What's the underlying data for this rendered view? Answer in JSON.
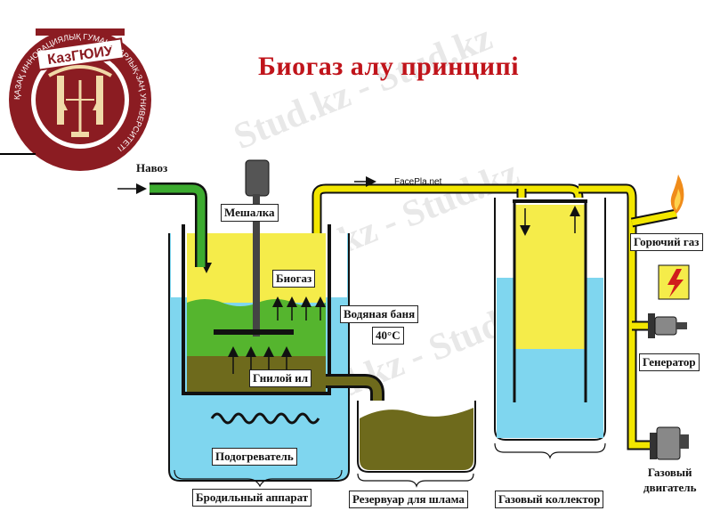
{
  "title": "Биогаз алу принципі",
  "logo": {
    "name": "КазГЮИУ",
    "ring_text": "ҚАЗАҚ ИННОВАЦИЯЛЫҚ ГУМАНИТАРЛЫҚ-ЗАҢ УНИВЕРСИТЕТІ"
  },
  "watermark": "Stud.kz - Stud.kz",
  "labels": {
    "manure": "Навоз",
    "mixer": "Мешалка",
    "biogas": "Биогаз",
    "water_bath": "Водяная баня",
    "temperature": "40°C",
    "sludge": "Гнилой ил",
    "heater": "Подогреватель",
    "digester": "Бродильный аппарат",
    "sludge_tank": "Резервуар для шлама",
    "gas_collector": "Газовый коллектор",
    "combustible_gas": "Горючий газ",
    "generator": "Генератор",
    "gas_engine_1": "Газовый",
    "gas_engine_2": "двигатель",
    "credit": "FacePla.net"
  },
  "colors": {
    "title": "#c0141b",
    "pipe": "#f2e600",
    "gas": "#f5ec4a",
    "slurry": "#55b52e",
    "sludge": "#6e6a1c",
    "water": "#7fd6ef",
    "logo": "#8b1c22"
  }
}
